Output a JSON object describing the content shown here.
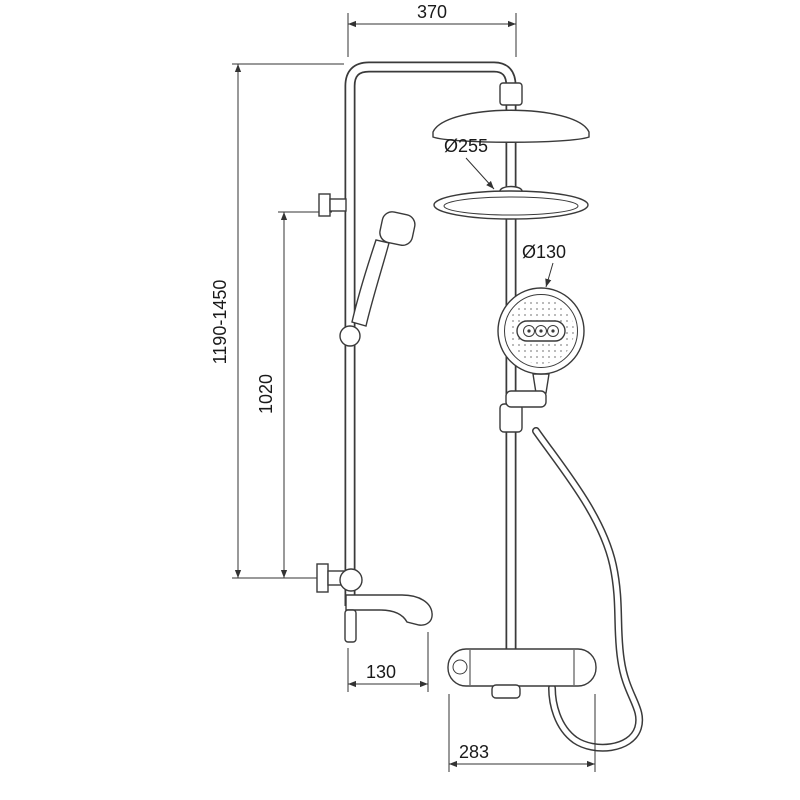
{
  "dimensions": {
    "top_arm_width": "370",
    "rain_head_diameter": "Ø255",
    "hand_shower_diameter": "Ø130",
    "total_height_range": "1190-1450",
    "rail_height": "1020",
    "spout_projection": "130",
    "base_width": "283"
  }
}
